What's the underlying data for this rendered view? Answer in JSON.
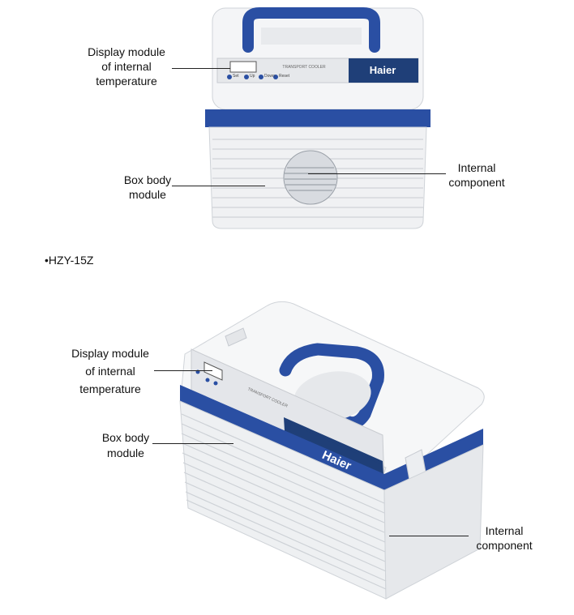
{
  "top_figure": {
    "display_label": [
      "Display module",
      "of internal",
      "temperature"
    ],
    "body_label": [
      "Box body",
      "module"
    ],
    "internal_label": [
      "Internal",
      "component"
    ],
    "brand": "Haier",
    "panel_text": "TRANSPORT COOLER",
    "buttons": [
      "Set",
      "Up",
      "Down",
      "Reset"
    ]
  },
  "model_heading": "•HZY-15Z",
  "bottom_figure": {
    "display_label": [
      "Display module",
      "of internal",
      "temperature"
    ],
    "body_label": [
      "Box body",
      "module"
    ],
    "internal_label": [
      "Internal",
      "component"
    ],
    "brand": "Haier",
    "panel_text": "TRANSPORT COOLER"
  },
  "colors": {
    "accent_blue": "#2a4fa3",
    "panel_navy": "#1f3f78",
    "shell": "#f2f3f5"
  }
}
